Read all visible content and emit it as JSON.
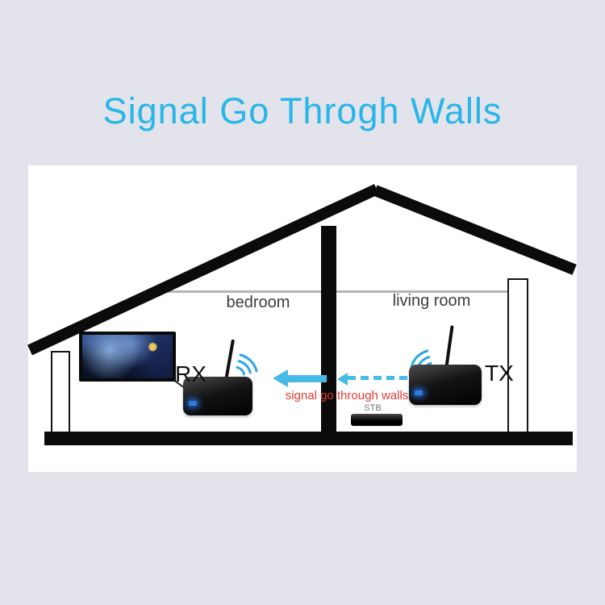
{
  "page": {
    "title": "Signal Go Throgh Walls",
    "background_color": "#e3e3eb",
    "title_color": "#27b6e9"
  },
  "diagram": {
    "bedroom_label": "bedroom",
    "living_room_label": "living room",
    "rx_label": "RX",
    "tx_label": "TX",
    "stb_label": "STB",
    "annotation": "signal go through walls",
    "colors": {
      "structure": "#0b0b0b",
      "arrow": "#47bae8",
      "wifi": "#2aa7e2",
      "annotation_text": "#e53935",
      "room_text": "#3d3d3d"
    },
    "icons": [
      "rx-wifi-icon",
      "tx-wifi-icon"
    ]
  }
}
